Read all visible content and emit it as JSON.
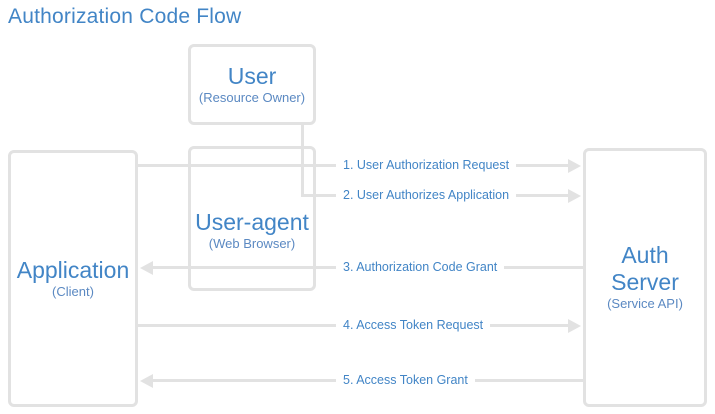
{
  "title": "Authorization Code Flow",
  "colors": {
    "accent_blue": "#4285c6",
    "sub_blue": "#5b89c2",
    "line_gray": "#e2e2e2",
    "background": "#ffffff"
  },
  "nodes": {
    "user": {
      "label": "User",
      "sublabel": "(Resource Owner)"
    },
    "user_agent": {
      "label": "User-agent",
      "sublabel": "(Web Browser)"
    },
    "application": {
      "label": "Application",
      "sublabel": "(Client)"
    },
    "auth_server": {
      "label": "Auth Server",
      "sublabel": "(Service API)"
    }
  },
  "flows": [
    {
      "step": 1,
      "label": "1. User Authorization Request",
      "from": "Application",
      "to": "Auth Server",
      "direction": "right"
    },
    {
      "step": 2,
      "label": "2. User Authorizes Application",
      "from": "User",
      "to": "Auth Server",
      "direction": "right"
    },
    {
      "step": 3,
      "label": "3. Authorization Code Grant",
      "from": "Auth Server",
      "to": "Application",
      "direction": "left"
    },
    {
      "step": 4,
      "label": "4. Access Token Request",
      "from": "Application",
      "to": "Auth Server",
      "direction": "right"
    },
    {
      "step": 5,
      "label": "5. Access Token Grant",
      "from": "Auth Server",
      "to": "Application",
      "direction": "left"
    }
  ]
}
